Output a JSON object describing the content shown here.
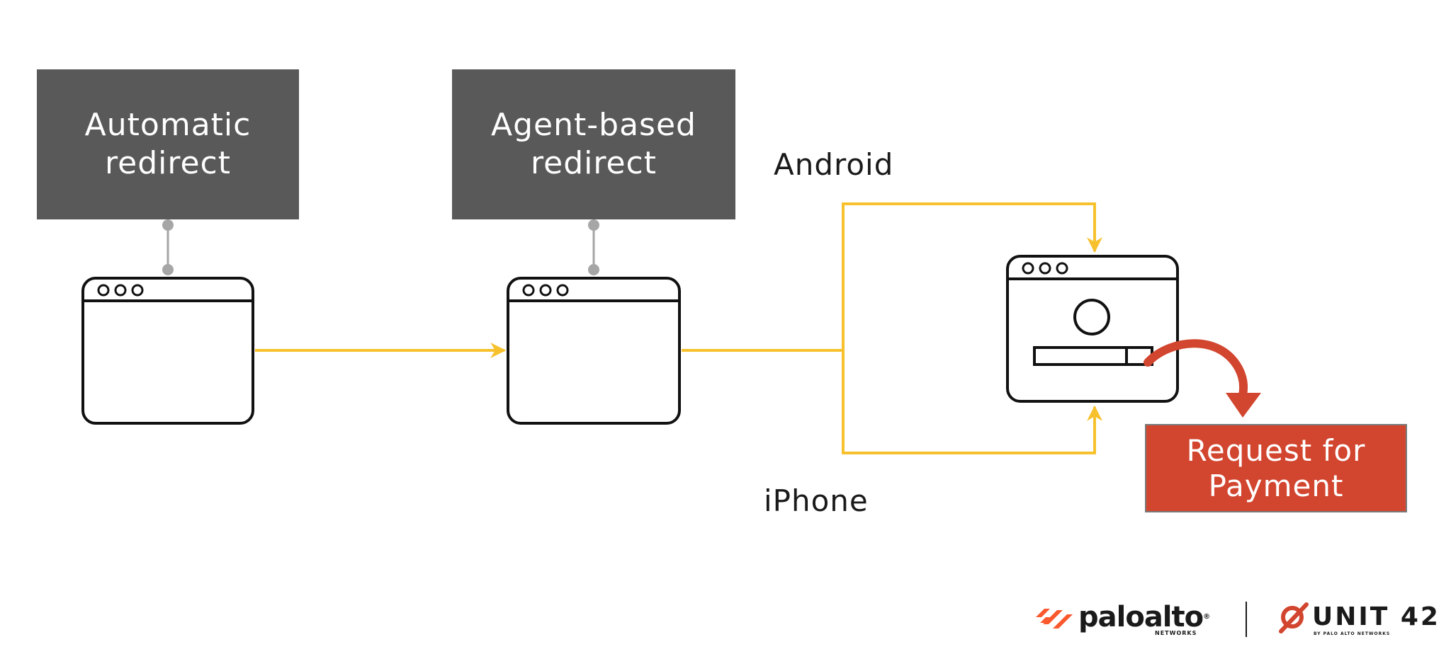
{
  "boxes": {
    "automatic": {
      "line1": "Automatic",
      "line2": "redirect"
    },
    "agent": {
      "line1": "Agent-based",
      "line2": "redirect"
    },
    "payment": {
      "line1": "Request for",
      "line2": "Payment"
    }
  },
  "labels": {
    "android": "Android",
    "iphone": "iPhone"
  },
  "logos": {
    "paloalto": {
      "word": "paloalto",
      "sub": "NETWORKS"
    },
    "unit42": {
      "word": "UNIT 42",
      "sub": "BY PALO ALTO NETWORKS"
    }
  },
  "colors": {
    "box_gray": "#595959",
    "arrow_yellow": "#f7c12e",
    "payment_red": "#d2452f",
    "connector_gray": "#a6a6a6",
    "paloalto_orange": "#fa582d"
  },
  "icons": [
    "browser-window-icon",
    "payment-form-window-icon",
    "curved-arrow-icon"
  ]
}
